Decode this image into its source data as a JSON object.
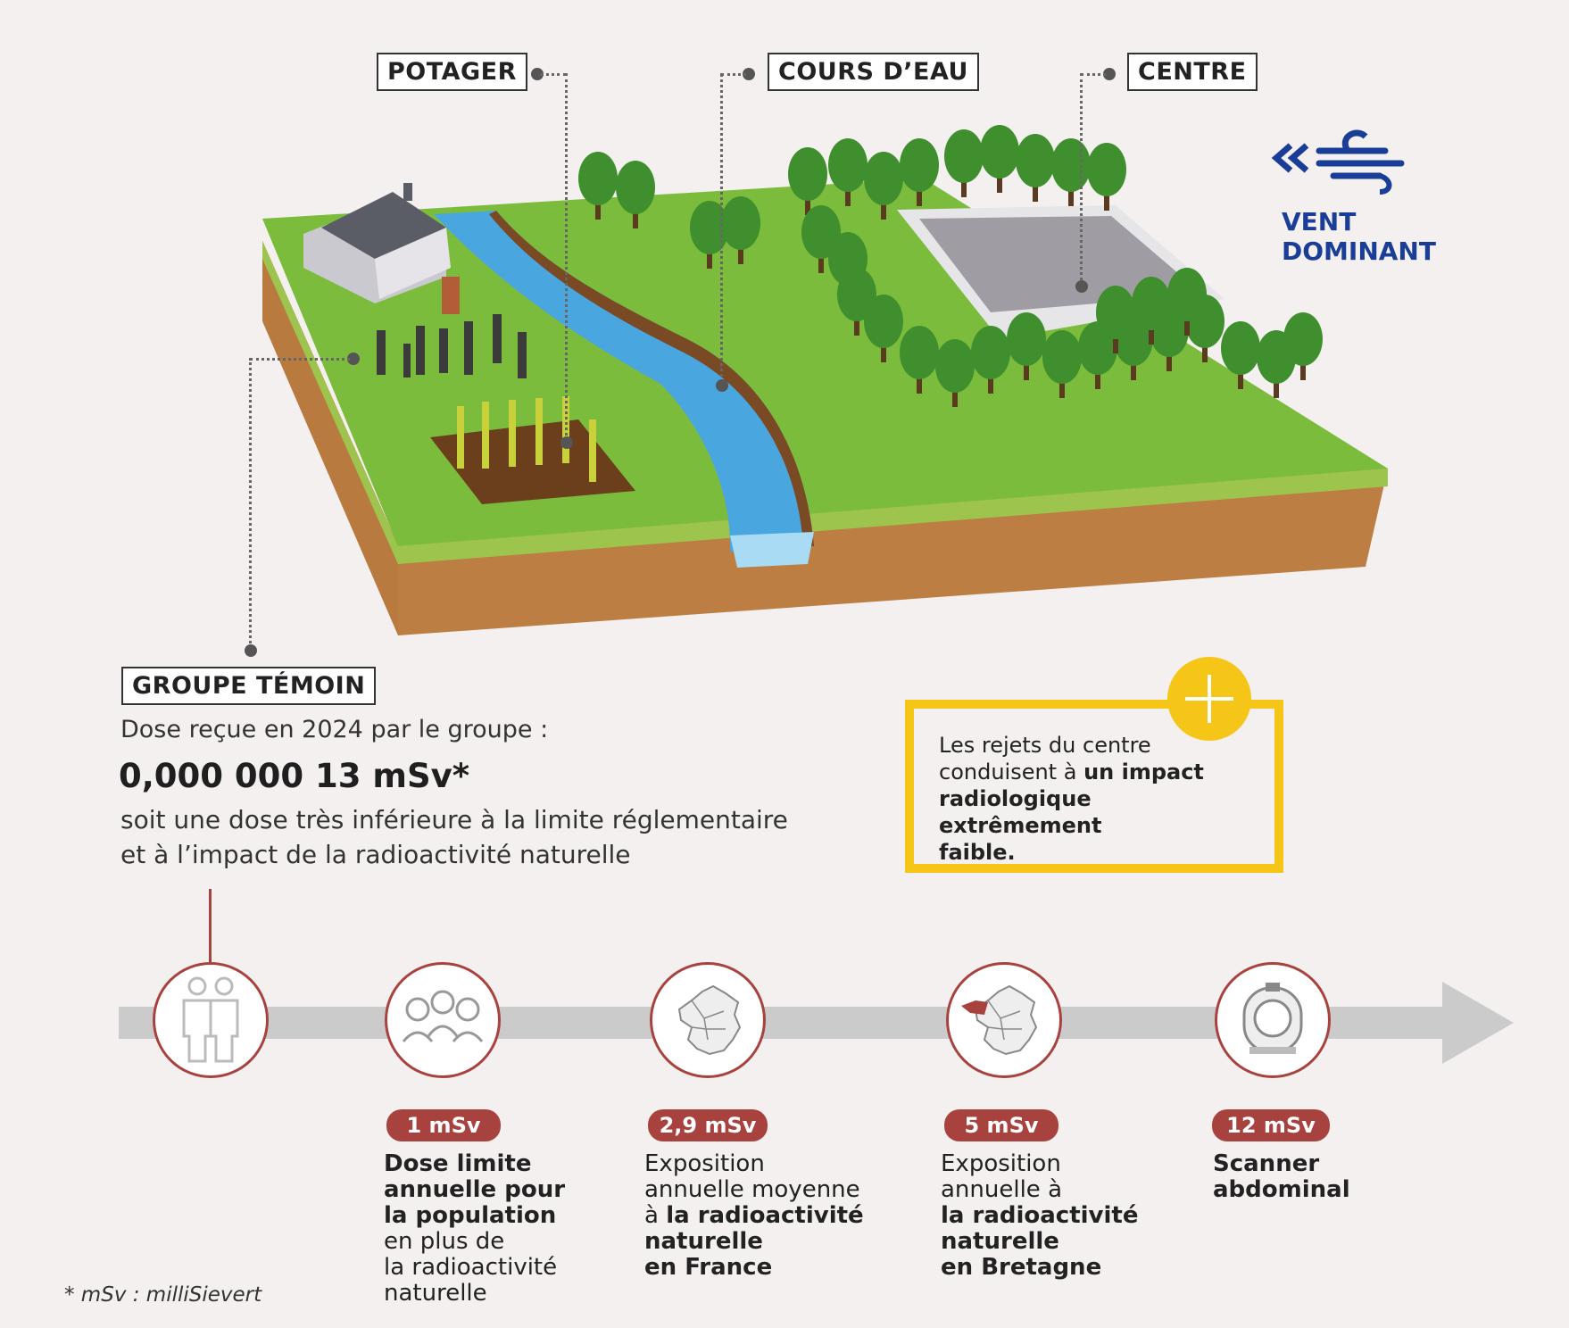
{
  "labels": {
    "potager": "POTAGER",
    "cours_deau": "COURS D’EAU",
    "centre": "CENTRE",
    "groupe_temoin": "GROUPE TÉMOIN"
  },
  "wind": {
    "icon": "wind-icon",
    "line1": "VENT",
    "line2": "DOMINANT",
    "color": "#1a3e97"
  },
  "dose": {
    "intro": "Dose reçue en 2024 par le groupe :",
    "value": "0,000 000 13 mSv*",
    "line1": "soit une dose très inférieure à la limite réglementaire",
    "line2": "et à l’impact de la radioactivité naturelle"
  },
  "callout": {
    "icon": "plus-icon",
    "line1": "Les rejets du centre",
    "line2_normal": "conduisent à ",
    "line2_bold": "un impact",
    "line3": "radiologique extrêmement",
    "line4": "faible.",
    "color": "#f5c518"
  },
  "scale": {
    "accent_color": "#a8423f",
    "items": [
      {
        "icon": "people-icon",
        "value": "1 mSv",
        "lines": [
          {
            "t": "Dose limite",
            "b": true
          },
          {
            "t": "annuelle pour",
            "b": true
          },
          {
            "t": "la population",
            "b": true
          },
          {
            "t": "en plus de",
            "b": false
          },
          {
            "t": "la radioactivité",
            "b": false
          },
          {
            "t": "naturelle",
            "b": false
          }
        ]
      },
      {
        "icon": "france-map-icon",
        "value": "2,9 mSv",
        "lines": [
          {
            "t": "Exposition",
            "b": false
          },
          {
            "t": "annuelle moyenne",
            "b": false
          },
          {
            "t": "à ",
            "b": false,
            "inline": "la radioactivité"
          },
          {
            "t": "naturelle",
            "b": true
          },
          {
            "t": "en France",
            "b": true
          }
        ]
      },
      {
        "icon": "bretagne-map-icon",
        "value": "5 mSv",
        "lines": [
          {
            "t": "Exposition",
            "b": false
          },
          {
            "t": "annuelle à",
            "b": false
          },
          {
            "t": "la radioactivité",
            "b": true
          },
          {
            "t": "naturelle",
            "b": true
          },
          {
            "t": "en Bretagne",
            "b": true
          }
        ]
      },
      {
        "icon": "scanner-icon",
        "value": "12 mSv",
        "lines": [
          {
            "t": "Scanner",
            "b": true
          },
          {
            "t": "abdominal",
            "b": true
          }
        ]
      }
    ]
  },
  "footnote": "* mSv : milliSievert"
}
